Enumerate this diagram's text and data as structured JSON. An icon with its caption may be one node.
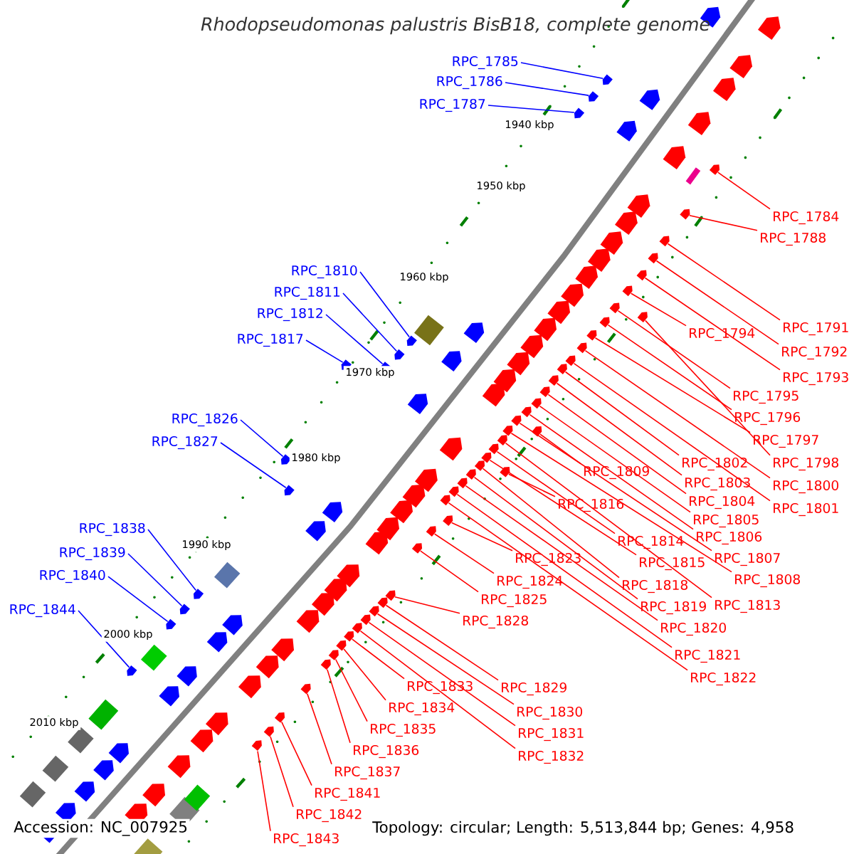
{
  "diagram": {
    "title": "Rhodopseudomonas palustris BisB18, complete genome",
    "nodes": [
      {
        "text": [
          "RPC_1785"
        ]
      },
      {
        "text": [
          "RPC_1786"
        ]
      },
      {
        "text": [
          "RPC_1787"
        ]
      },
      {
        "text": [
          "RPC_1810"
        ]
      },
      {
        "text": [
          "RPC_1811"
        ]
      },
      {
        "text": [
          "RPC_1812"
        ]
      },
      {
        "text": [
          "RPC_1817"
        ]
      },
      {
        "text": [
          "RPC_1826"
        ]
      },
      {
        "text": [
          "RPC_1827"
        ]
      },
      {
        "text": [
          "RPC_1838"
        ]
      },
      {
        "text": [
          "RPC_1839"
        ]
      },
      {
        "text": [
          "RPC_1840"
        ]
      },
      {
        "text": [
          "RPC_1844"
        ]
      },
      {
        "text": [
          "RPC_1784"
        ]
      },
      {
        "text": [
          "RPC_1788"
        ]
      },
      {
        "text": [
          "RPC_1791"
        ]
      },
      {
        "text": [
          "RPC_1792"
        ]
      },
      {
        "text": [
          "RPC_1793"
        ]
      },
      {
        "text": [
          "RPC_1794"
        ]
      },
      {
        "text": [
          "RPC_1795"
        ]
      },
      {
        "text": [
          "RPC_1796"
        ]
      },
      {
        "text": [
          "RPC_1797"
        ]
      },
      {
        "text": [
          "RPC_1798"
        ]
      },
      {
        "text": [
          "RPC_1800"
        ]
      },
      {
        "text": [
          "RPC_1801"
        ]
      },
      {
        "text": [
          "RPC_1802"
        ]
      },
      {
        "text": [
          "RPC_1803"
        ]
      },
      {
        "text": [
          "RPC_1804"
        ]
      },
      {
        "text": [
          "RPC_1805"
        ]
      },
      {
        "text": [
          "RPC_1806"
        ]
      },
      {
        "text": [
          "RPC_1807"
        ]
      },
      {
        "text": [
          "RPC_1808"
        ]
      },
      {
        "text": [
          "RPC_1809"
        ]
      },
      {
        "text": [
          "RPC_1813"
        ]
      },
      {
        "text": [
          "RPC_1814"
        ]
      },
      {
        "text": [
          "RPC_1815"
        ]
      },
      {
        "text": [
          "RPC_1816"
        ]
      },
      {
        "text": [
          "RPC_1818"
        ]
      },
      {
        "text": [
          "RPC_1819"
        ]
      },
      {
        "text": [
          "RPC_1820"
        ]
      },
      {
        "text": [
          "RPC_1821"
        ]
      },
      {
        "text": [
          "RPC_1822"
        ]
      },
      {
        "text": [
          "RPC_1823"
        ]
      },
      {
        "text": [
          "RPC_1824"
        ]
      },
      {
        "text": [
          "RPC_1825"
        ]
      },
      {
        "text": [
          "RPC_1828"
        ]
      },
      {
        "text": [
          "RPC_1829"
        ]
      },
      {
        "text": [
          "RPC_1830"
        ]
      },
      {
        "text": [
          "RPC_1831"
        ]
      },
      {
        "text": [
          "RPC_1832"
        ]
      },
      {
        "text": [
          "RPC_1833"
        ]
      },
      {
        "text": [
          "RPC_1834"
        ]
      },
      {
        "text": [
          "RPC_1835"
        ]
      },
      {
        "text": [
          "RPC_1836"
        ]
      },
      {
        "text": [
          "RPC_1837"
        ]
      },
      {
        "text": [
          "RPC_1841"
        ]
      },
      {
        "text": [
          "RPC_1842"
        ]
      },
      {
        "text": [
          "RPC_1843"
        ]
      },
      {
        "text": [],
        "shape": "arrow"
      },
      {
        "text": [],
        "shape": "arrow"
      },
      {
        "text": [],
        "shape": "arrow"
      },
      {
        "text": [],
        "shape": "arrow"
      },
      {
        "text": [],
        "shape": "arrow"
      },
      {
        "text": [],
        "shape": "arrow"
      },
      {
        "text": [],
        "shape": "arrow"
      },
      {
        "text": [],
        "shape": "arrow"
      },
      {
        "text": [],
        "shape": "arrow"
      },
      {
        "text": [],
        "shape": "arrow"
      },
      {
        "text": [],
        "shape": "arrow"
      },
      {
        "text": [],
        "shape": "arrow"
      },
      {
        "text": [],
        "shape": "arrow"
      },
      {
        "text": [],
        "shape": "arrow"
      },
      {
        "text": [],
        "shape": "arrow"
      },
      {
        "text": [],
        "shape": "arrow"
      },
      {
        "text": [],
        "shape": "arrow"
      },
      {
        "text": [],
        "shape": "arrow"
      },
      {
        "text": [],
        "shape": "arrow"
      },
      {
        "text": [],
        "shape": "arrow"
      },
      {
        "text": [],
        "shape": "arrow"
      },
      {
        "text": [],
        "shape": "arrow"
      },
      {
        "text": [],
        "shape": "arrow"
      },
      {
        "text": [],
        "shape": "arrow"
      },
      {
        "text": [],
        "shape": "arrow"
      },
      {
        "text": [],
        "shape": "arrow"
      },
      {
        "text": [],
        "shape": "arrow"
      },
      {
        "text": [],
        "shape": "arrow"
      },
      {
        "text": [],
        "shape": "arrow"
      },
      {
        "text": [],
        "shape": "arrow"
      },
      {
        "text": [],
        "shape": "arrow"
      },
      {
        "text": [],
        "shape": "arrow"
      },
      {
        "text": [],
        "shape": "arrow"
      },
      {
        "text": [],
        "shape": "arrow"
      },
      {
        "text": [],
        "shape": "arrow"
      },
      {
        "text": [],
        "shape": "arrow"
      },
      {
        "text": [],
        "shape": "arrow"
      },
      {
        "text": [],
        "shape": "arrow"
      },
      {
        "text": [],
        "shape": "arrow"
      },
      {
        "text": [],
        "shape": "arrow"
      },
      {
        "text": [],
        "shape": "arrow"
      },
      {
        "text": [],
        "shape": "arrow"
      },
      {
        "text": [],
        "shape": "arrow"
      },
      {
        "text": [],
        "shape": "arrow"
      },
      {
        "text": [],
        "shape": "arrow"
      },
      {
        "text": [],
        "shape": "arrow"
      },
      {
        "text": [],
        "shape": "arrow"
      },
      {
        "text": [],
        "shape": "arrow"
      },
      {
        "text": [],
        "shape": "arrow"
      },
      {
        "text": [],
        "shape": "arrow"
      },
      {
        "text": [],
        "shape": "arrow"
      },
      {
        "text": [],
        "shape": "arrow"
      },
      {
        "text": [],
        "shape": "arrow"
      },
      {
        "text": [],
        "shape": "arrow"
      },
      {
        "text": [],
        "shape": "arrow"
      },
      {
        "text": [],
        "shape": "arrow"
      },
      {
        "text": [],
        "shape": "arrow"
      },
      {
        "text": [],
        "shape": "arrow"
      }
    ],
    "edges": [
      {
        "from": 0,
        "to": 58,
        "arrow": "none",
        "color": "#0000ff"
      },
      {
        "from": 1,
        "to": 59,
        "arrow": "none",
        "color": "#0000ff"
      },
      {
        "from": 2,
        "to": 60,
        "arrow": "none",
        "color": "#0000ff"
      },
      {
        "from": 3,
        "to": 61,
        "arrow": "none",
        "color": "#0000ff"
      },
      {
        "from": 4,
        "to": 62,
        "arrow": "none",
        "color": "#0000ff"
      },
      {
        "from": 5,
        "to": 63,
        "arrow": "none",
        "color": "#0000ff"
      },
      {
        "from": 6,
        "to": 64,
        "arrow": "none",
        "color": "#0000ff"
      },
      {
        "from": 7,
        "to": 65,
        "arrow": "none",
        "color": "#0000ff"
      },
      {
        "from": 8,
        "to": 66,
        "arrow": "none",
        "color": "#0000ff"
      },
      {
        "from": 9,
        "to": 67,
        "arrow": "none",
        "color": "#0000ff"
      },
      {
        "from": 10,
        "to": 68,
        "arrow": "none",
        "color": "#0000ff"
      },
      {
        "from": 11,
        "to": 69,
        "arrow": "none",
        "color": "#0000ff"
      },
      {
        "from": 12,
        "to": 70,
        "arrow": "none",
        "color": "#0000ff"
      },
      {
        "from": 13,
        "to": 71,
        "arrow": "none"
      },
      {
        "from": 14,
        "to": 72,
        "arrow": "none"
      },
      {
        "from": 15,
        "to": 73,
        "arrow": "none"
      },
      {
        "from": 16,
        "to": 74,
        "arrow": "none"
      },
      {
        "from": 17,
        "to": 75,
        "arrow": "none"
      },
      {
        "from": 18,
        "to": 76,
        "arrow": "none"
      },
      {
        "from": 19,
        "to": 77,
        "arrow": "none"
      },
      {
        "from": 20,
        "to": 78,
        "arrow": "none"
      },
      {
        "from": 21,
        "to": 79,
        "arrow": "none"
      },
      {
        "from": 22,
        "to": 80,
        "arrow": "none"
      },
      {
        "from": 23,
        "to": 81,
        "arrow": "none"
      },
      {
        "from": 24,
        "to": 82,
        "arrow": "none"
      },
      {
        "from": 25,
        "to": 83,
        "arrow": "none"
      },
      {
        "from": 26,
        "to": 84,
        "arrow": "none"
      },
      {
        "from": 27,
        "to": 85,
        "arrow": "none"
      },
      {
        "from": 28,
        "to": 86,
        "arrow": "none"
      },
      {
        "from": 29,
        "to": 87,
        "arrow": "none"
      },
      {
        "from": 30,
        "to": 88,
        "arrow": "none"
      },
      {
        "from": 31,
        "to": 89,
        "arrow": "none"
      },
      {
        "from": 32,
        "to": 90,
        "arrow": "none"
      },
      {
        "from": 33,
        "to": 91,
        "arrow": "none"
      },
      {
        "from": 34,
        "to": 92,
        "arrow": "none"
      },
      {
        "from": 35,
        "to": 93,
        "arrow": "none"
      },
      {
        "from": 36,
        "to": 94,
        "arrow": "none"
      },
      {
        "from": 37,
        "to": 95,
        "arrow": "none"
      },
      {
        "from": 38,
        "to": 96,
        "arrow": "none"
      },
      {
        "from": 39,
        "to": 97,
        "arrow": "none"
      },
      {
        "from": 40,
        "to": 98,
        "arrow": "none"
      },
      {
        "from": 41,
        "to": 99,
        "arrow": "none"
      },
      {
        "from": 42,
        "to": 100,
        "arrow": "none"
      },
      {
        "from": 43,
        "to": 101,
        "arrow": "none"
      },
      {
        "from": 44,
        "to": 102,
        "arrow": "none"
      },
      {
        "from": 45,
        "to": 103,
        "arrow": "none"
      },
      {
        "from": 46,
        "to": 104,
        "arrow": "none"
      },
      {
        "from": 47,
        "to": 105,
        "arrow": "none"
      },
      {
        "from": 48,
        "to": 106,
        "arrow": "none"
      },
      {
        "from": 49,
        "to": 107,
        "arrow": "none"
      },
      {
        "from": 50,
        "to": 108,
        "arrow": "none"
      },
      {
        "from": 51,
        "to": 109,
        "arrow": "none"
      },
      {
        "from": 52,
        "to": 110,
        "arrow": "none"
      },
      {
        "from": 53,
        "to": 111,
        "arrow": "none"
      },
      {
        "from": 54,
        "to": 112,
        "arrow": "none"
      },
      {
        "from": 55,
        "to": 113,
        "arrow": "none"
      },
      {
        "from": 56,
        "to": 114,
        "arrow": "none"
      },
      {
        "from": 57,
        "to": 115,
        "arrow": "none"
      }
    ],
    "labels": [
      "1940 kbp",
      "1950 kbp",
      "1960 kbp",
      "1970 kbp",
      "1980 kbp",
      "1990 kbp",
      "2000 kbp",
      "2010 kbp",
      "Accession: NC_007925",
      "Topology: circular; Length: 5,513,844 bp; Genes: 4,958"
    ]
  }
}
